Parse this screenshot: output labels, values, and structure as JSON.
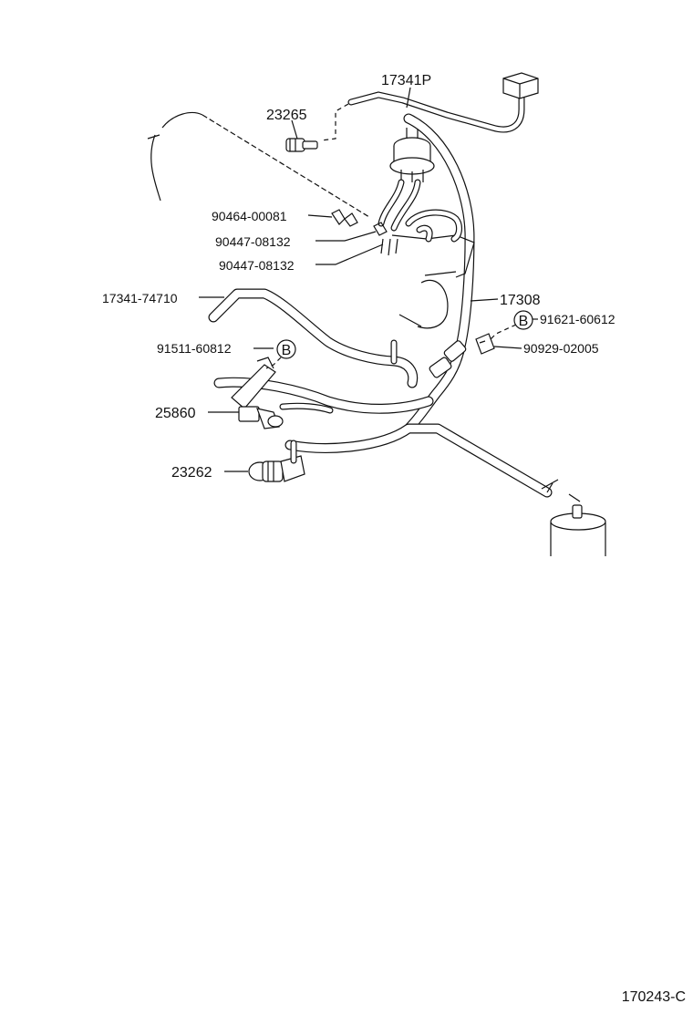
{
  "labels": {
    "p17341p": "17341P",
    "p23265": "23265",
    "p90464_00081": "90464-00081",
    "p90447_08132_a": "90447-08132",
    "p90447_08132_b": "90447-08132",
    "p17341_74710": "17341-74710",
    "p17308": "17308",
    "p91621_60612": "91621-60612",
    "p90929_02005": "90929-02005",
    "p91511_60812": "91511-60812",
    "p25860": "25860",
    "p23262": "23262",
    "ref_b_1": "B",
    "ref_b_2": "B"
  },
  "diagram_id": "170243-C"
}
